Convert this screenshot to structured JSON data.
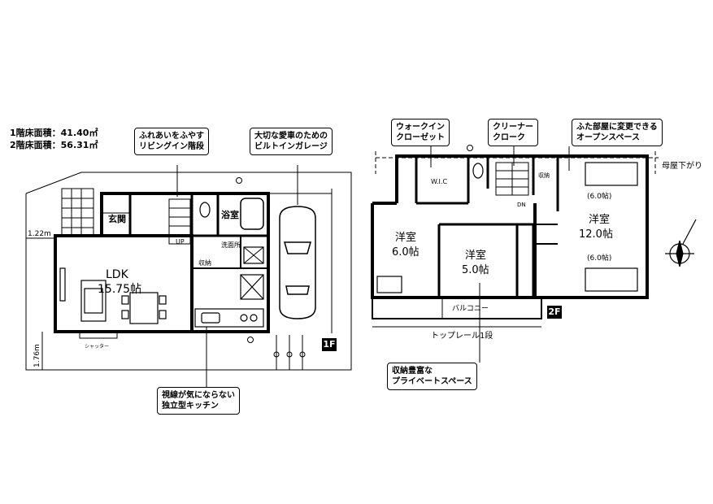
{
  "areas": {
    "floor1": "1階床面積：41.40㎡",
    "floor2": "2階床面積：56.31㎡"
  },
  "callouts": {
    "stairs": [
      "ふれあいをふやす",
      "リビングイン階段"
    ],
    "garage": [
      "大切な愛車のための",
      "ビルトインガレージ"
    ],
    "kitchen": [
      "視線が気にならない",
      "独立型キッチン"
    ],
    "walkin": [
      "ウォークイン",
      "クローゼット"
    ],
    "cleaner": [
      "クリーナー",
      "クローク"
    ],
    "openspace": [
      "ふた部屋に変更できる",
      "オープンスペース"
    ],
    "storage": [
      "収納豊富な",
      "プライベートスペース"
    ]
  },
  "floor1": {
    "badge": "1F",
    "genkan": "玄関",
    "ldk_name": "LDK",
    "ldk_size": "15.75帖",
    "bath": "浴室",
    "washroom": "洗面所",
    "storage": "収納",
    "up": "UP",
    "dim_left": "1.22m",
    "dim_bottom": "1.76m",
    "shutter": "シャッター"
  },
  "floor2": {
    "badge": "2F",
    "wic": "W.I.C",
    "room1_name": "洋室",
    "room1_size": "6.0帖",
    "room2_name": "洋室",
    "room2_size": "5.0帖",
    "room3_name": "洋室",
    "room3_size": "12.0帖",
    "sub1": "(6.0帖)",
    "sub2": "(6.0帖)",
    "storage": "収納",
    "dn": "DN",
    "balcony": "バルコニー",
    "rail": "トップレール1段",
    "roof": "母屋下がり"
  }
}
